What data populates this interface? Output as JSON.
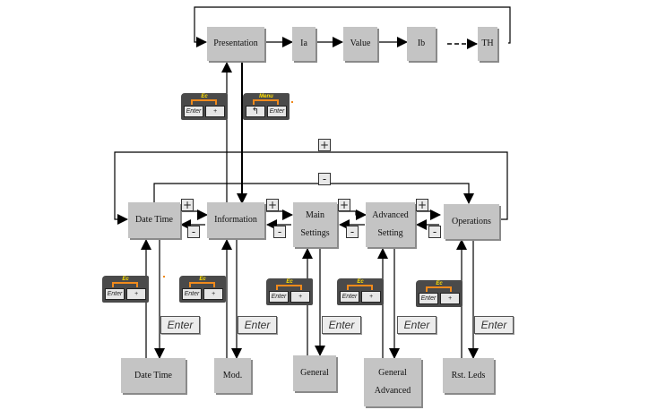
{
  "top_row": {
    "boxes": [
      {
        "id": "presentation",
        "label": "Presentation"
      },
      {
        "id": "ia",
        "label": "Ia"
      },
      {
        "id": "value",
        "label": "Value"
      },
      {
        "id": "ib",
        "label": "Ib"
      },
      {
        "id": "th",
        "label": "TH"
      }
    ]
  },
  "keypads": {
    "esc_label": "Ec",
    "menu_label": "Menu",
    "enter_key": "Enter",
    "plus_key": "+",
    "return_key": "↰"
  },
  "menu_row": {
    "boxes": [
      {
        "id": "date-time",
        "label": "Date Time"
      },
      {
        "id": "information",
        "label": "Information"
      },
      {
        "id": "main-settings",
        "label_line1": "Main",
        "label_line2": "Settings"
      },
      {
        "id": "advanced-setting",
        "label_line1": "Advanced",
        "label_line2": "Setting"
      },
      {
        "id": "operations",
        "label": "Operations"
      }
    ],
    "plus": "+",
    "minus": "-"
  },
  "enter_buttons": [
    "Enter",
    "Enter",
    "Enter",
    "Enter",
    "Enter"
  ],
  "bottom_row": {
    "boxes": [
      {
        "id": "date-time-sub",
        "label": "Date Time"
      },
      {
        "id": "mod",
        "label": "Mod."
      },
      {
        "id": "general",
        "label": "General"
      },
      {
        "id": "general-advanced",
        "label_line1": "General",
        "label_line2": "Advanced"
      },
      {
        "id": "rst-leds",
        "label": "Rst. Leds"
      }
    ]
  }
}
